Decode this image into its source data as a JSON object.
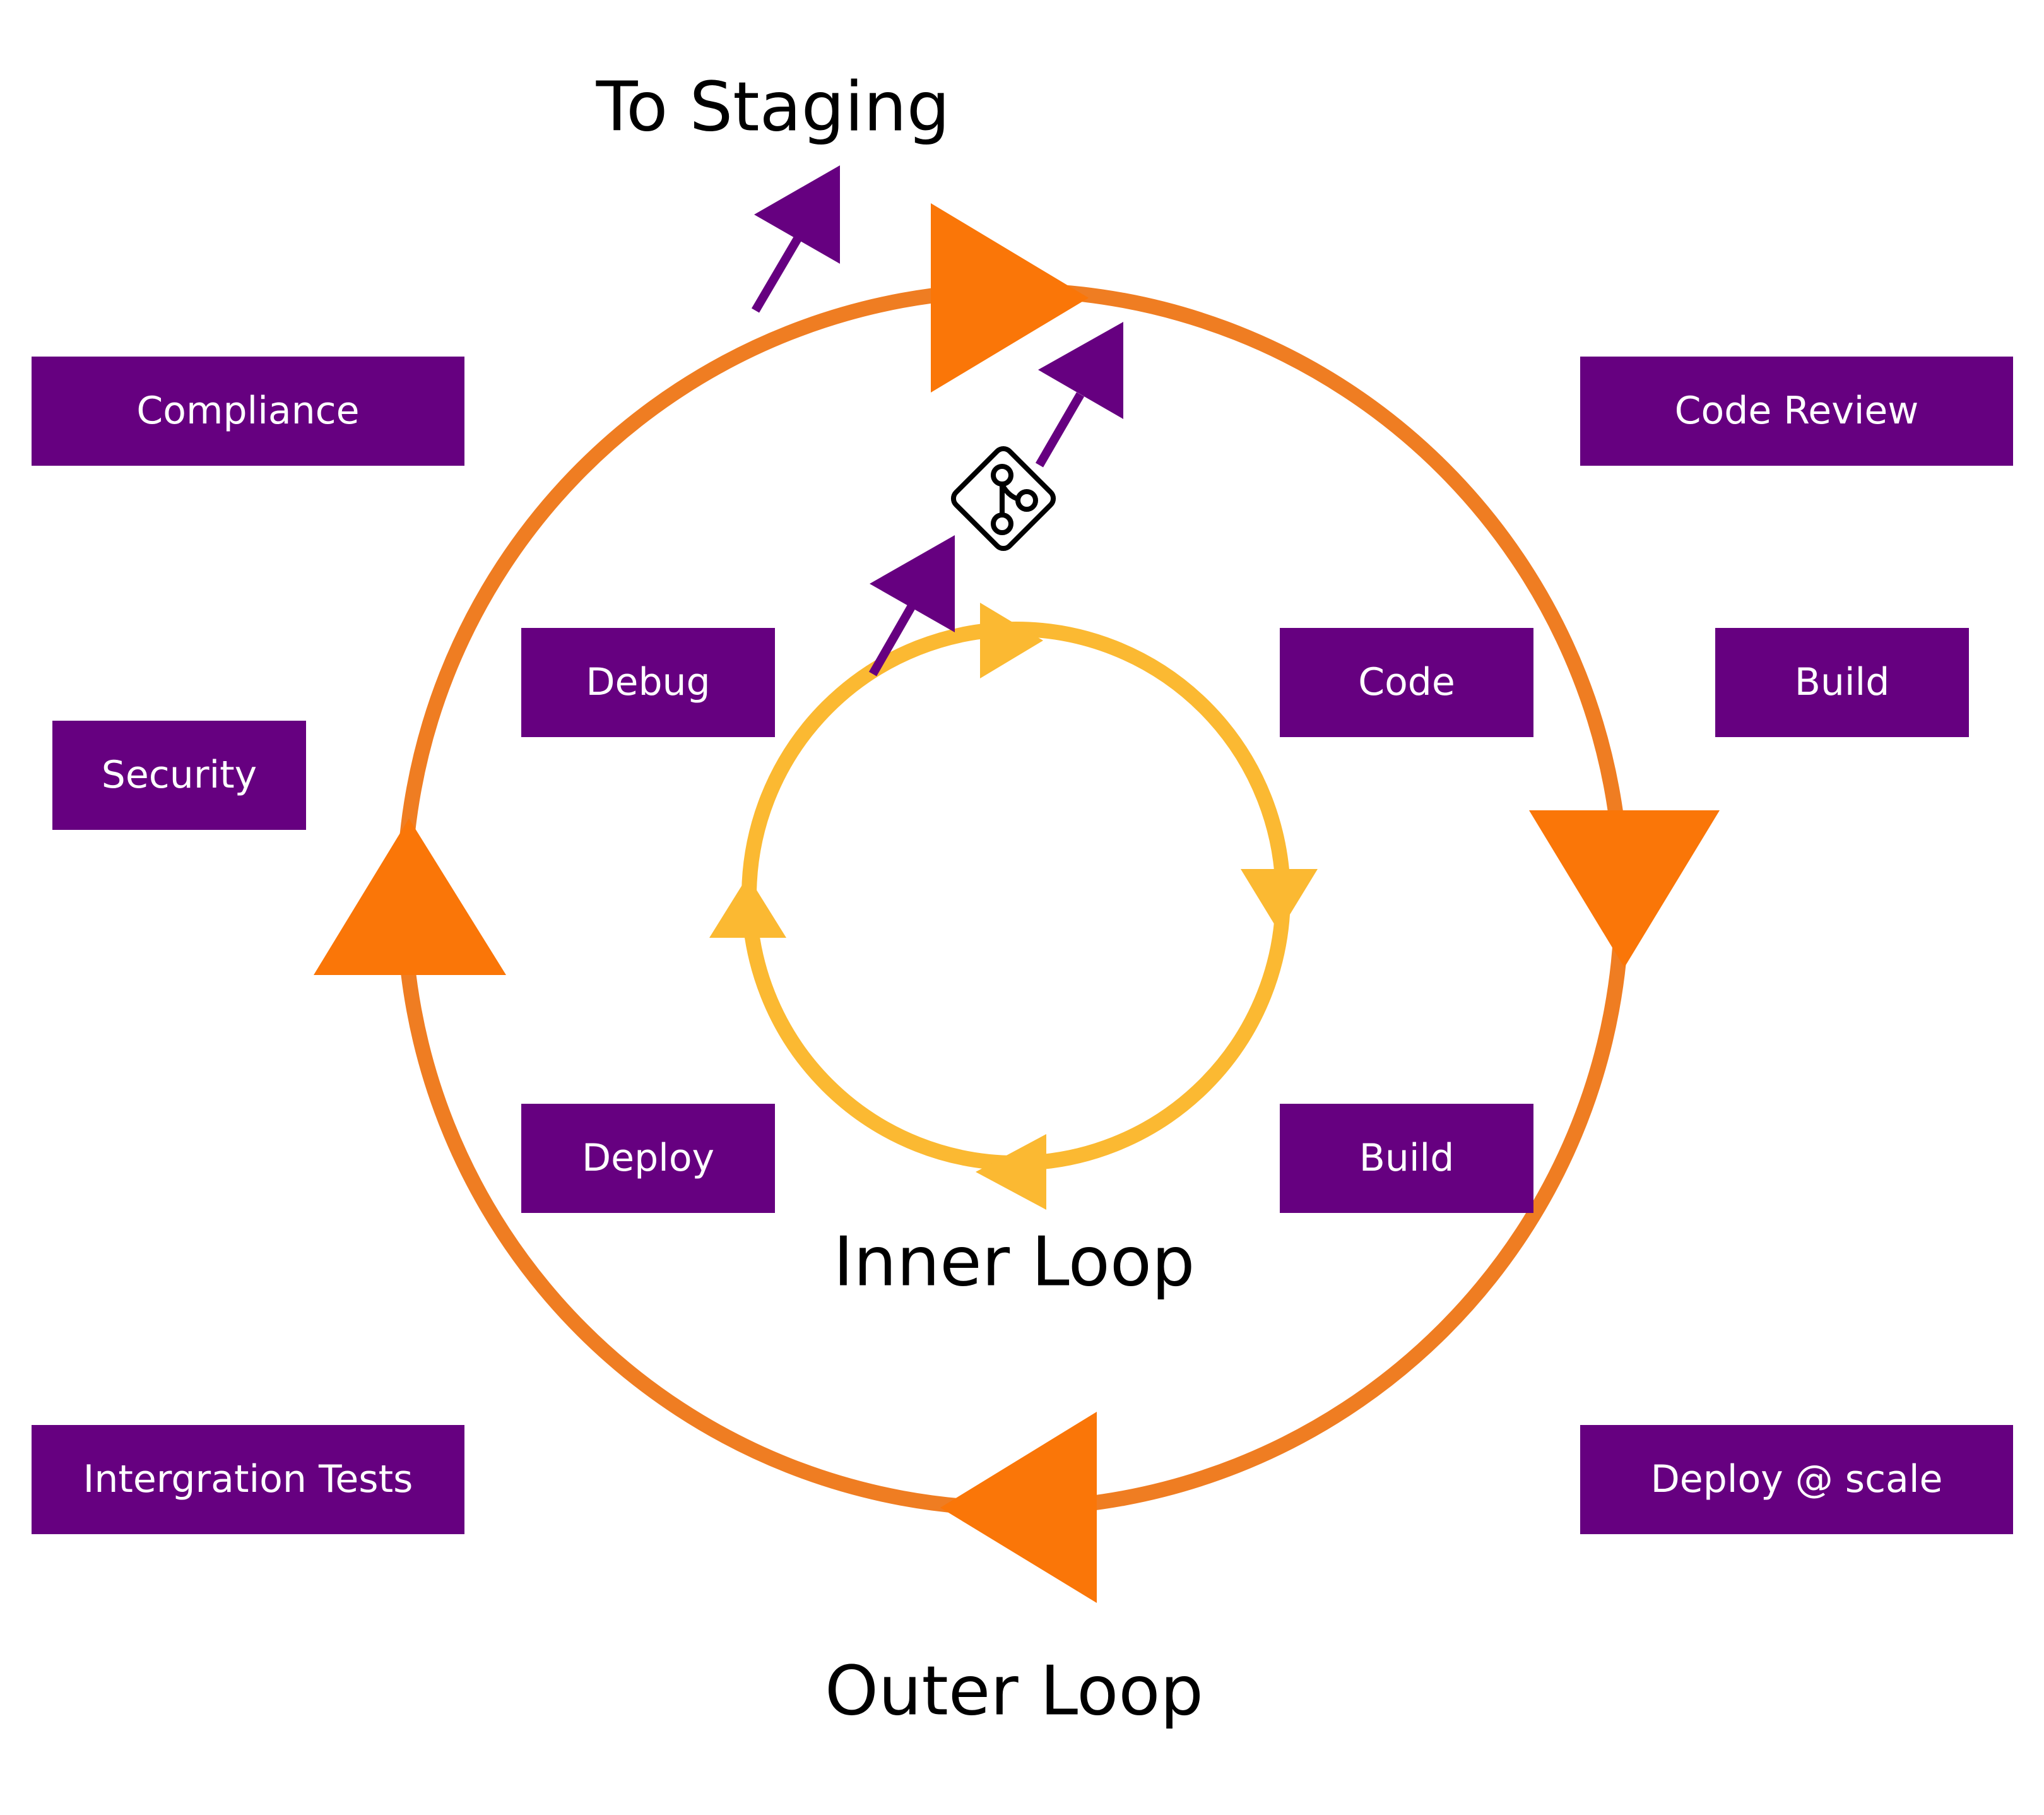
{
  "colors": {
    "box": "#660080",
    "box_text": "#ffffff",
    "outer_loop": "#ef7d22",
    "outer_arrow": "#fa7608",
    "inner_loop": "#fbb932",
    "purple_arrow": "#660080",
    "text": "#000000"
  },
  "labels": {
    "to_staging": "To Staging",
    "inner_loop": "Inner Loop",
    "outer_loop": "Outer Loop"
  },
  "outer_boxes": {
    "compliance": "Compliance",
    "security": "Security",
    "integration_tests": "Intergration Tests",
    "code_review": "Code Review",
    "build": "Build",
    "deploy_at_scale": "Deploy @ scale"
  },
  "inner_boxes": {
    "debug": "Debug",
    "code": "Code",
    "deploy": "Deploy",
    "build": "Build"
  },
  "icons": {
    "merge": "git-merge-icon"
  }
}
